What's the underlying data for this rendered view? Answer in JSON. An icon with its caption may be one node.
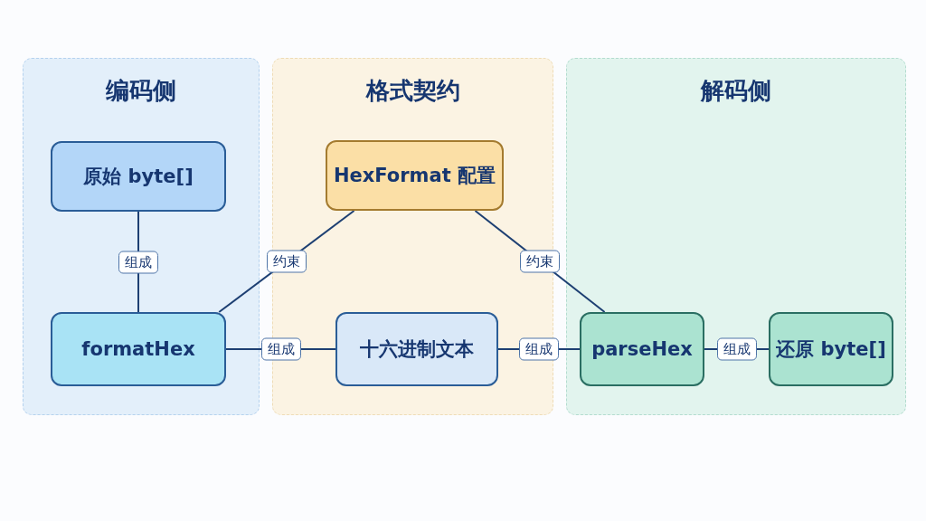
{
  "diagram": {
    "nodes": [
      {
        "text": [
          "编码侧"
        ]
      },
      {
        "text": [
          "原始 byte[]"
        ],
        "in": 0
      },
      {
        "text": [
          "formatHex"
        ],
        "in": 0
      },
      {
        "text": [
          "格式契约"
        ]
      },
      {
        "text": [
          "HexFormat 配置"
        ],
        "in": 3
      },
      {
        "text": [
          "十六进制文本"
        ],
        "in": 3
      },
      {
        "text": [
          "解码侧"
        ]
      },
      {
        "text": [
          "parseHex"
        ],
        "in": 6
      },
      {
        "text": [
          "还原 byte[]"
        ],
        "in": 6
      }
    ],
    "edges": [
      {
        "from": 1,
        "to": 2,
        "arrow": "none",
        "label": "组成"
      },
      {
        "from": 4,
        "to": 2,
        "arrow": "none",
        "label": "约束"
      },
      {
        "from": 2,
        "to": 5,
        "arrow": "none",
        "label": "组成"
      },
      {
        "from": 4,
        "to": 7,
        "arrow": "none",
        "label": "约束"
      },
      {
        "from": 5,
        "to": 7,
        "arrow": "none",
        "label": "组成"
      },
      {
        "from": 7,
        "to": 8,
        "arrow": "none",
        "label": "组成"
      }
    ]
  }
}
